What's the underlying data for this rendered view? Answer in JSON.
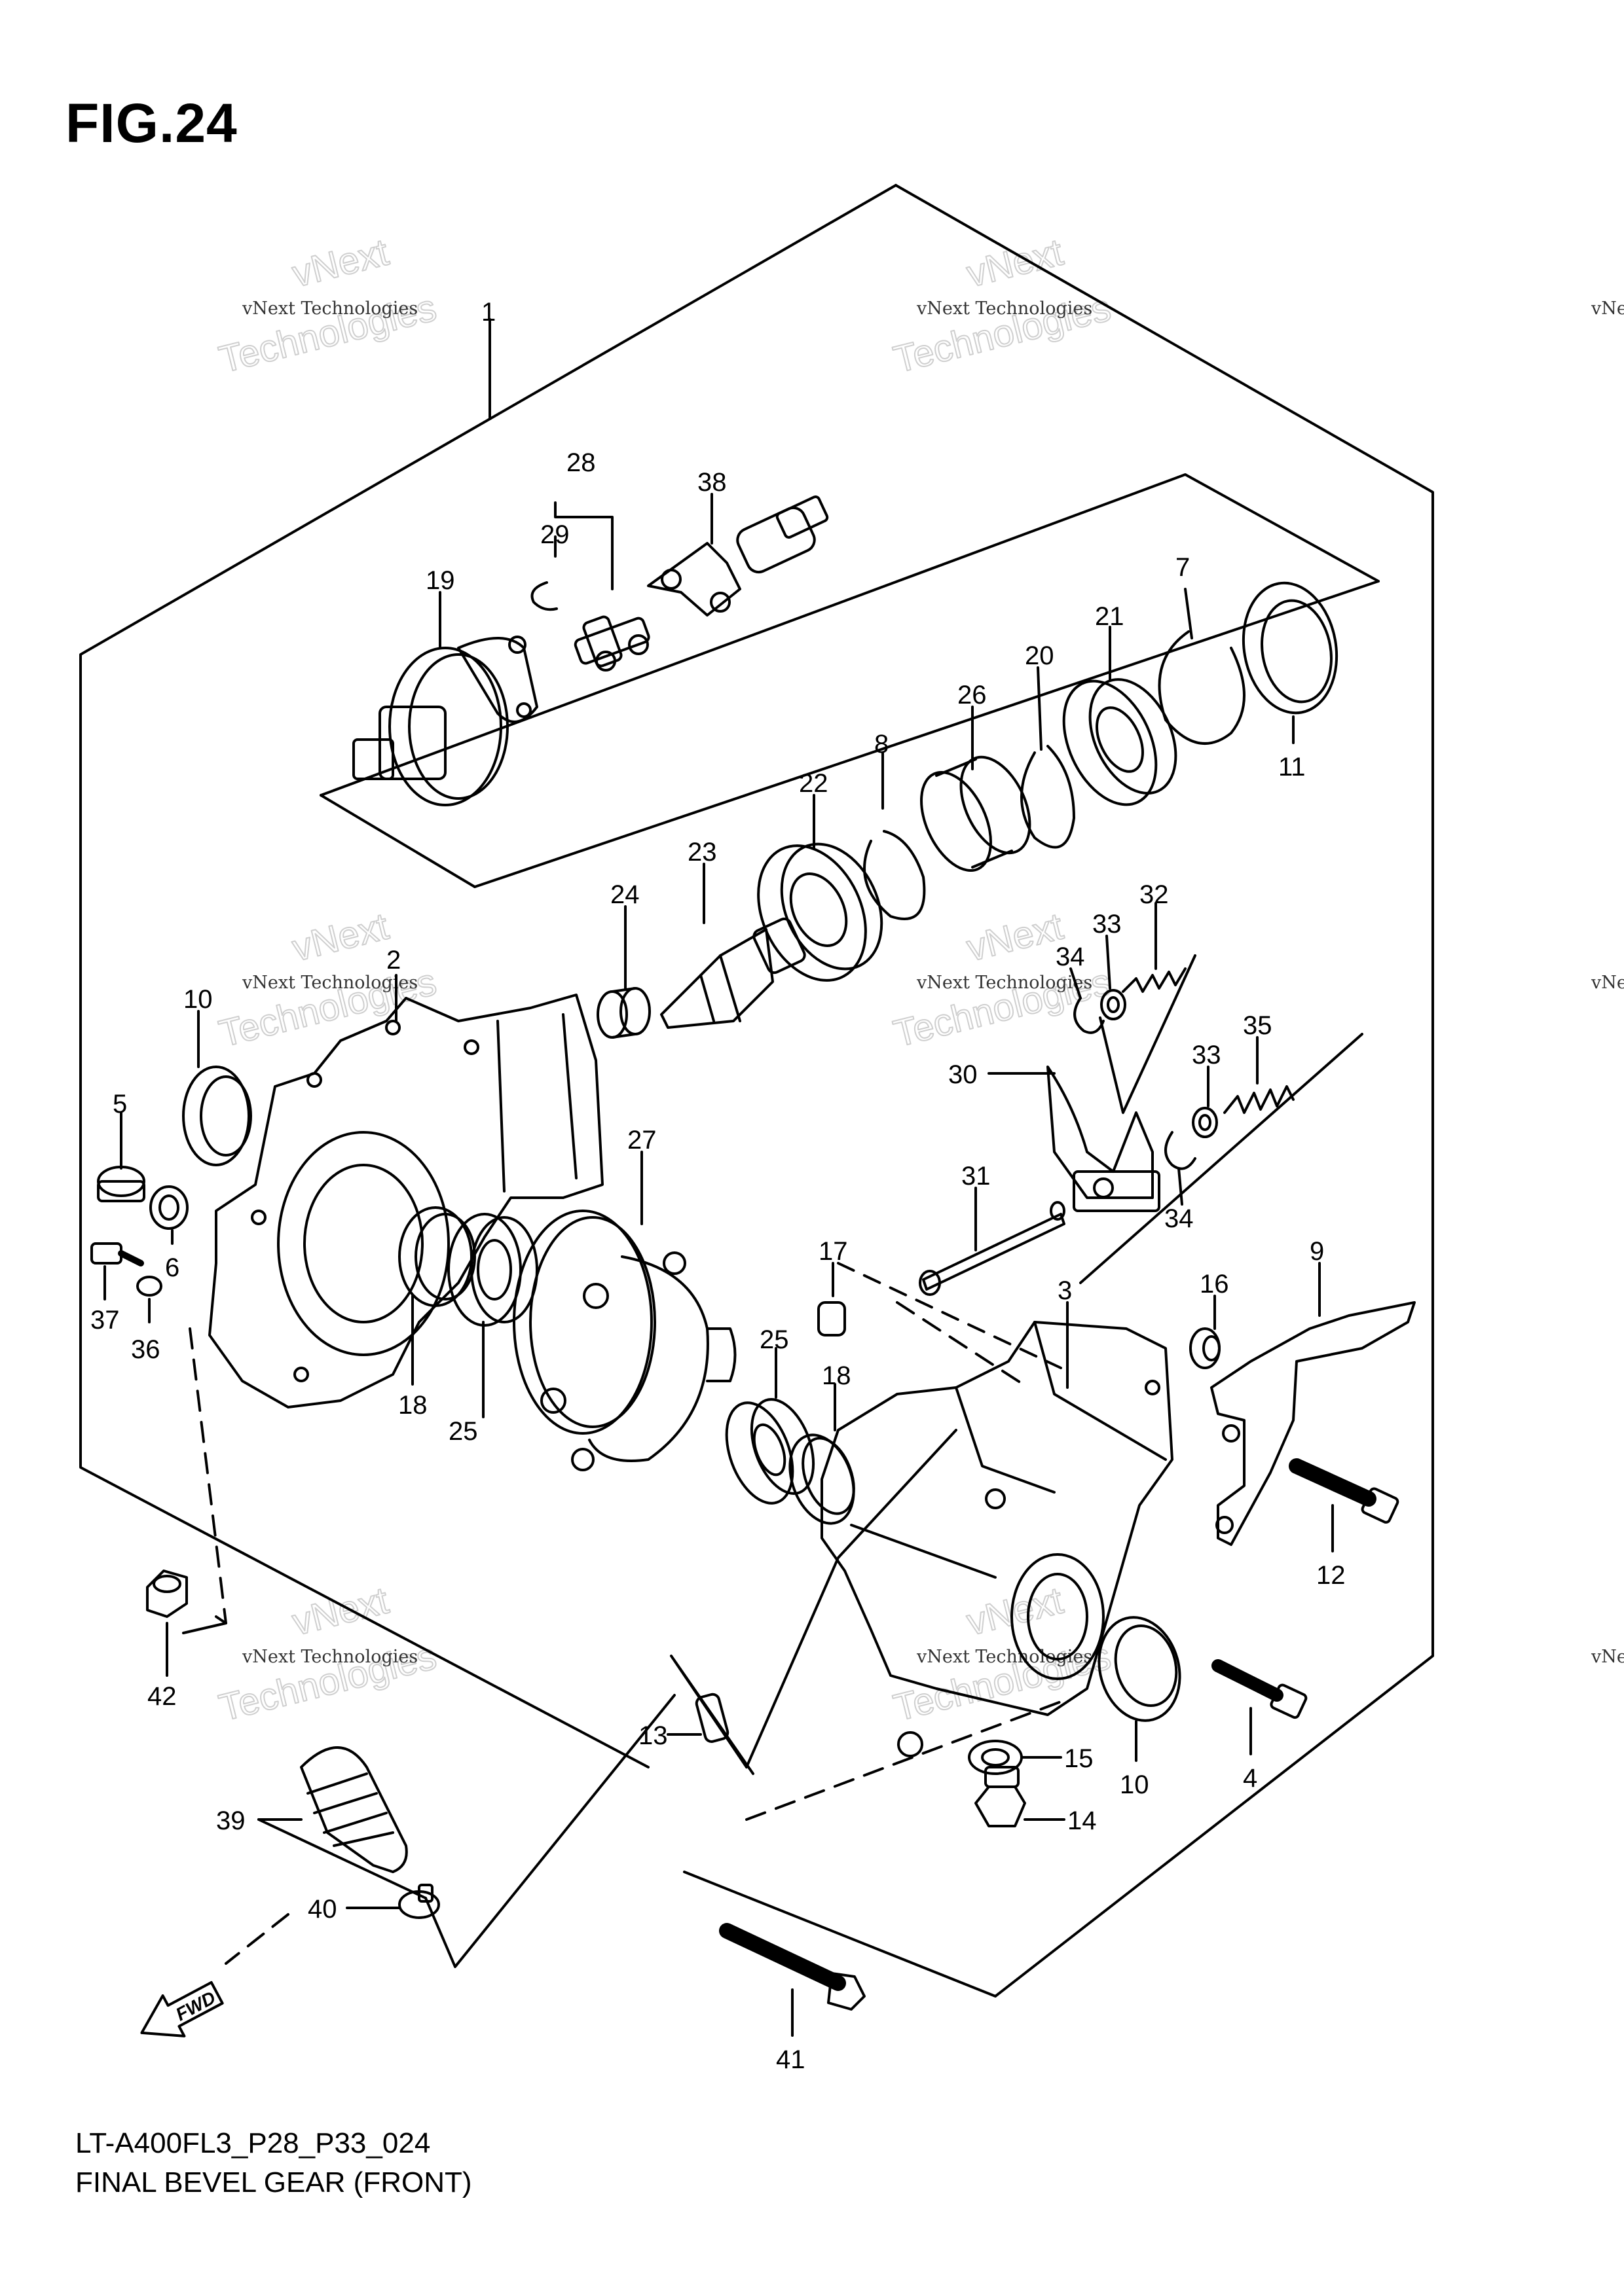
{
  "figure": {
    "title": "FIG.24",
    "code": "LT-A400FL3_P28_P33_024",
    "name": "FINAL BEVEL GEAR (FRONT)"
  },
  "watermark": {
    "text": "vNext Technologies",
    "big_text_1": "vNext",
    "big_text_2": "Technologies"
  },
  "fwd_label": "FWD",
  "callouts": [
    "1",
    "2",
    "3",
    "4",
    "5",
    "6",
    "7",
    "8",
    "9",
    "10",
    "10",
    "11",
    "12",
    "13",
    "14",
    "15",
    "16",
    "17",
    "18",
    "18",
    "19",
    "20",
    "21",
    "22",
    "23",
    "24",
    "25",
    "25",
    "26",
    "27",
    "28",
    "29",
    "30",
    "31",
    "32",
    "33",
    "33",
    "34",
    "34",
    "35",
    "36",
    "37",
    "38",
    "39",
    "40",
    "41",
    "42"
  ],
  "colors": {
    "line": "#000000",
    "background": "#ffffff",
    "watermark": "#cfcfcf"
  }
}
